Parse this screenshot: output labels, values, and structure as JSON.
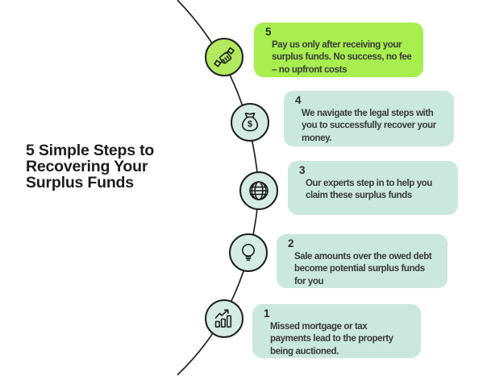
{
  "title": "5 Simple Steps to\nRecovering Your\nSurplus Funds",
  "colors": {
    "accent_green_box": "#a7ee4f",
    "accent_green_circle": "#b3e95e",
    "mint_box": "#cae8dd",
    "mint_circle": "#d4ece2",
    "outline": "#1f1f1f",
    "text": "#3a3a3a"
  },
  "steps": [
    {
      "number": "1",
      "text": "Missed mortgage or tax\npayments lead to the property\nbeing auctioned.",
      "icon": "bar-chart-icon"
    },
    {
      "number": "2",
      "text": "Sale amounts over the owed debt\nbecome potential surplus funds\nfor you",
      "icon": "lightbulb-icon"
    },
    {
      "number": "3",
      "text": "Our experts step in to help you\nclaim these surplus funds",
      "icon": "globe-icon"
    },
    {
      "number": "4",
      "text": "We navigate the legal steps with\nyou to successfully recover your\nmoney.",
      "icon": "money-bag-icon"
    },
    {
      "number": "5",
      "text": "Pay us only after receiving your\nsurplus funds. No success, no fee\n– no upfront costs",
      "icon": "handshake-icon"
    }
  ]
}
